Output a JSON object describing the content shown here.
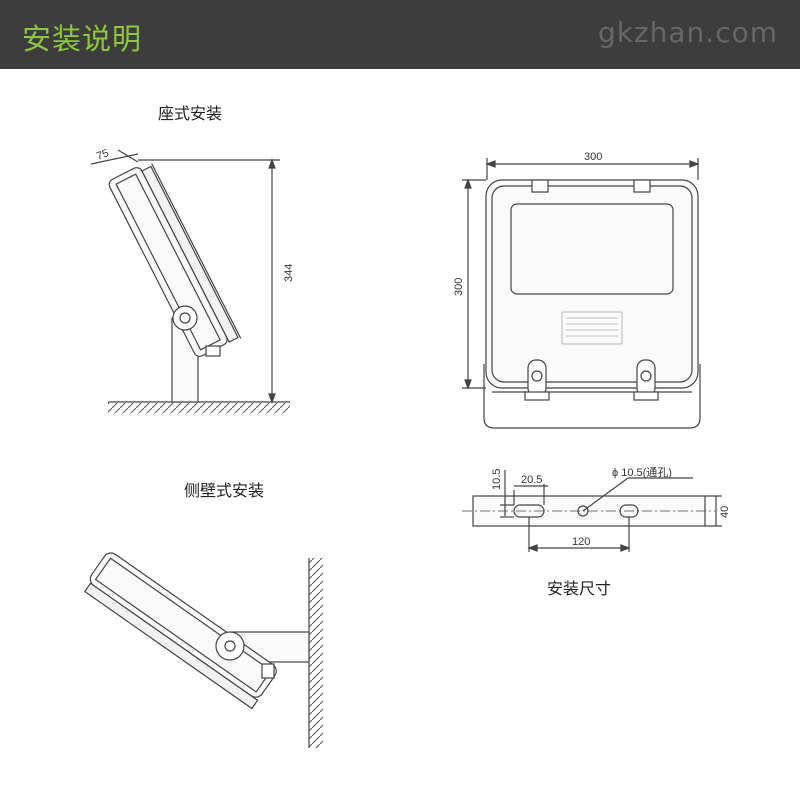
{
  "header": {
    "title": "安装说明",
    "watermark": "gkzhan.com",
    "bg_color": "#3d3d3d",
    "title_color": "#8dc63f"
  },
  "sections": {
    "seat_mount": "座式安装",
    "wall_mount": "侧壁式安装",
    "dimensions": "安装尺寸"
  },
  "dims": {
    "seat_depth": "75",
    "seat_height": "344",
    "front_width": "300",
    "front_height": "300",
    "bracket_offset": "20.5",
    "bracket_slot": "10.5",
    "bracket_hole": "ϕ 10.5(通孔)",
    "bracket_spacing": "120",
    "bracket_width": "40"
  }
}
